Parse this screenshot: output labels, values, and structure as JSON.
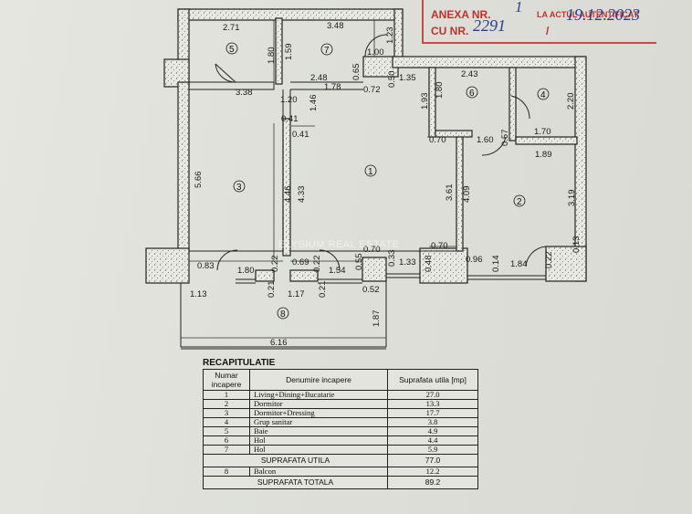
{
  "stamp": {
    "line1": "ANEXA NR.",
    "line1_hand": "1",
    "line1_tail": "LA ACTUL AUTENTIFICAT",
    "line2": "CU NR.",
    "line2_hand": "2291",
    "line2_sep": "/",
    "line2_date": "19.12.2023"
  },
  "watermark": "ELYSIUM REAL ESTATE",
  "plan": {
    "room_numbers": [
      "1",
      "2",
      "3",
      "4",
      "5",
      "6",
      "7",
      "8"
    ],
    "dimensions": [
      "2.71",
      "1.80",
      "3.48",
      "1.23",
      "1.00",
      "1.59",
      "0.65",
      "2.48",
      "3.38",
      "1.78",
      "0.72",
      "0.50",
      "1.35",
      "2.43",
      "1.80",
      "1.93",
      "2.20",
      "1.20",
      "1.46",
      "0.41",
      "0.41",
      "0.70",
      "1.60",
      "0.57",
      "1.70",
      "1.89",
      "5.66",
      "4.46",
      "4.33",
      "3.61",
      "4.09",
      "3.19",
      "0.70",
      "0.33",
      "0.70",
      "0.83",
      "1.80",
      "0.22",
      "0.69",
      "0.22",
      "1.54",
      "0.55",
      "1.33",
      "0.48",
      "0.96",
      "0.14",
      "1.84",
      "0.22",
      "0.13",
      "1.13",
      "0.21",
      "1.17",
      "0.21",
      "0.52",
      "1.87",
      "6.16"
    ]
  },
  "recap": {
    "title": "RECAPITULATIE",
    "headers": {
      "num": "Numar incapere",
      "name": "Denumire incapere",
      "area": "Suprafata utila [mp]"
    },
    "rows": [
      {
        "num": "1",
        "name": "Living+Dining+Bucatarie",
        "area": "27.0"
      },
      {
        "num": "2",
        "name": "Dormitor",
        "area": "13.3"
      },
      {
        "num": "3",
        "name": "Dormitor+Dressing",
        "area": "17.7"
      },
      {
        "num": "4",
        "name": "Grup sanitar",
        "area": "3.8"
      },
      {
        "num": "5",
        "name": "Baie",
        "area": "4.9"
      },
      {
        "num": "6",
        "name": "Hol",
        "area": "4.4"
      },
      {
        "num": "7",
        "name": "Hol",
        "area": "5.9"
      }
    ],
    "suprafata_utila_label": "SUPRAFATA UTILA",
    "suprafata_utila_value": "77.0",
    "balcon": {
      "num": "8",
      "name": "Balcon",
      "area": "12.2"
    },
    "suprafata_totala_label": "SUPRAFATA TOTALA",
    "suprafata_totala_value": "89.2"
  }
}
